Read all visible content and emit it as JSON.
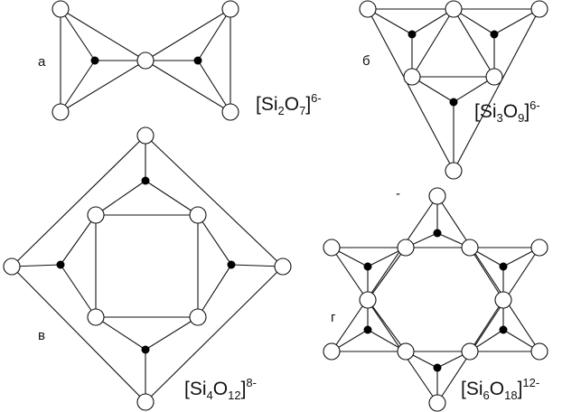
{
  "panels": {
    "a": {
      "label": "а",
      "formula": {
        "pre": "[Si",
        "n1": "2",
        "mid": "O",
        "n2": "7",
        "post": "]",
        "charge": "6-"
      }
    },
    "b": {
      "label": "б",
      "formula": {
        "pre": "[Si",
        "n1": "3",
        "mid": "O",
        "n2": "9",
        "post": "]",
        "charge": "6-"
      }
    },
    "v": {
      "label": "в",
      "formula": {
        "pre": "[Si",
        "n1": "4",
        "mid": "O",
        "n2": "12",
        "post": "]",
        "charge": "8-"
      }
    },
    "g": {
      "label": "г",
      "formula": {
        "pre": "[Si",
        "n1": "6",
        "mid": "O",
        "n2": "18",
        "post": "]",
        "charge": "12-"
      },
      "mark": "-"
    }
  },
  "legend": {
    "oxygen": "open circle",
    "silicon": "filled dot"
  }
}
